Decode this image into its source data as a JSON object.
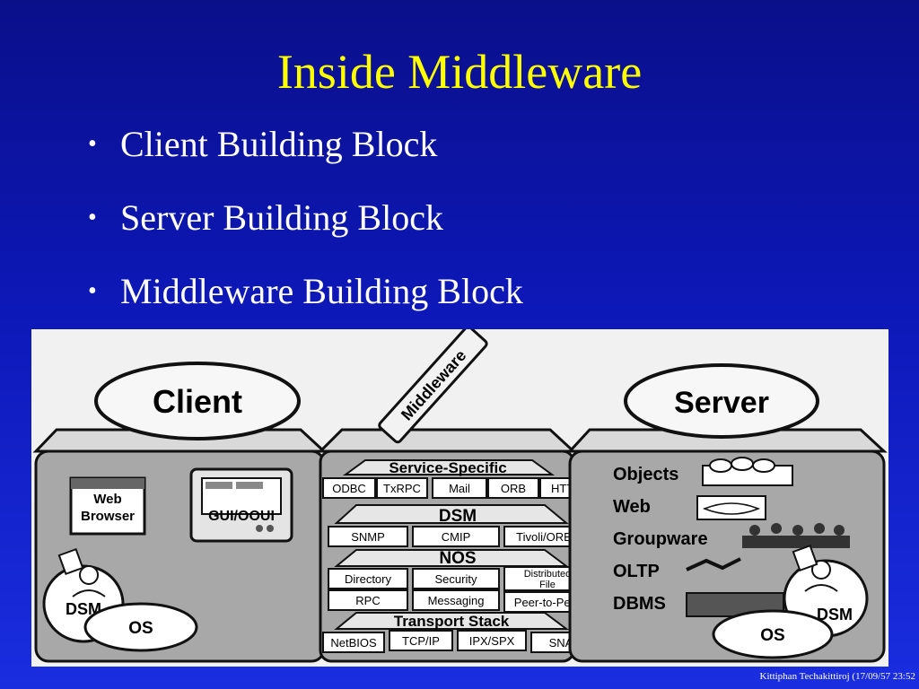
{
  "slide": {
    "title": "Inside Middleware",
    "bullets": [
      "Client Building Block",
      "Server Building Block",
      "Middleware Building Block"
    ],
    "footer": "Kittiphan Techakittiroj (17/09/57 23:52"
  },
  "diagram": {
    "client": {
      "label": "Client",
      "web_browser_line1": "Web",
      "web_browser_line2": "Browser",
      "gui": "GUI/OOUI",
      "dsm": "DSM",
      "os": "OS"
    },
    "middleware": {
      "label": "Middleware",
      "service_specific": "Service-Specific",
      "odbc": "ODBC",
      "txrpc": "TxRPC",
      "mail": "Mail",
      "orb": "ORB",
      "http": "HTTP",
      "dsm": "DSM",
      "snmp": "SNMP",
      "cmip": "CMIP",
      "tivoli_orb": "Tivoli/ORB",
      "nos": "NOS",
      "directory": "Directory",
      "security": "Security",
      "distributed_file_line1": "Distributed",
      "distributed_file_line2": "File",
      "rpc": "RPC",
      "messaging": "Messaging",
      "peer_to_peer": "Peer-to-Peer",
      "transport_stack": "Transport Stack",
      "netbios": "NetBIOS",
      "tcpip": "TCP/IP",
      "ipxspx": "IPX/SPX",
      "sna": "SNA"
    },
    "server": {
      "label": "Server",
      "objects": "Objects",
      "web": "Web",
      "groupware": "Groupware",
      "oltp": "OLTP",
      "dbms": "DBMS",
      "dsm": "DSM",
      "os": "OS"
    }
  }
}
